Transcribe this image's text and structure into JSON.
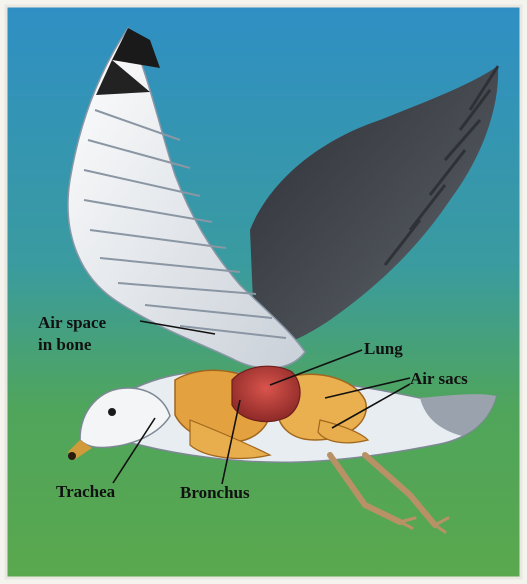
{
  "labels": {
    "air_space_line1": "Air space",
    "air_space_line2": "in bone",
    "lung": "Lung",
    "air_sacs": "Air sacs",
    "trachea": "Trachea",
    "bronchus": "Bronchus"
  },
  "colors": {
    "sky_top": "#2f8fc4",
    "sky_bottom": "#3aa08a",
    "grass": "#54a64f",
    "lung": "#b23a35",
    "air_sacs": "#e3a13f",
    "body": "#e8edf1",
    "dark_wing": "#3b3f45",
    "legs": "#b89166"
  }
}
